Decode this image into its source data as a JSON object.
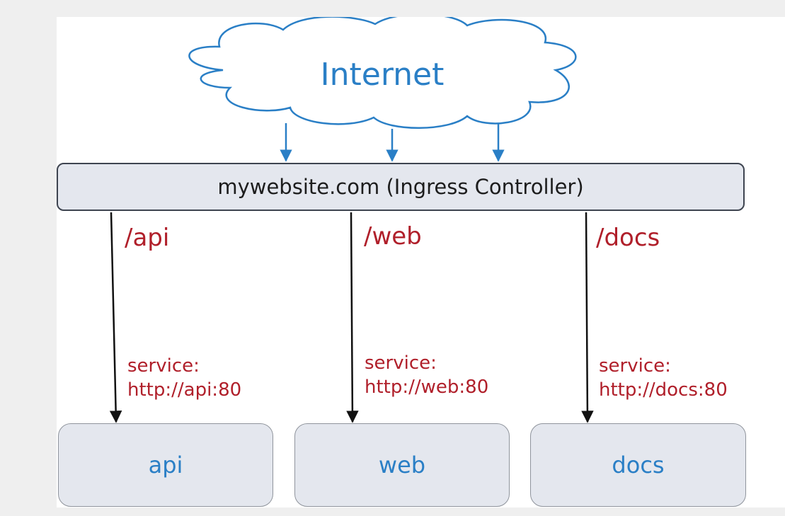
{
  "internet": {
    "label": "Internet"
  },
  "ingress": {
    "label": "mywebsite.com (Ingress Controller)"
  },
  "routes": [
    {
      "path": "/api",
      "service_prefix": "service:",
      "service_url": "http://api:80"
    },
    {
      "path": "/web",
      "service_prefix": "service:",
      "service_url": "http://web:80"
    },
    {
      "path": "/docs",
      "service_prefix": "service:",
      "service_url": "http://docs:80"
    }
  ],
  "services": [
    {
      "label": "api"
    },
    {
      "label": "web"
    },
    {
      "label": "docs"
    }
  ],
  "colors": {
    "cloud_stroke": "#2a7fc6",
    "cloud_text": "#2a7fc6",
    "route_text": "#b01f2a",
    "box_fill": "#e4e7ee",
    "arrow_internet": "#2a7fc6",
    "arrow_route": "#111111"
  }
}
